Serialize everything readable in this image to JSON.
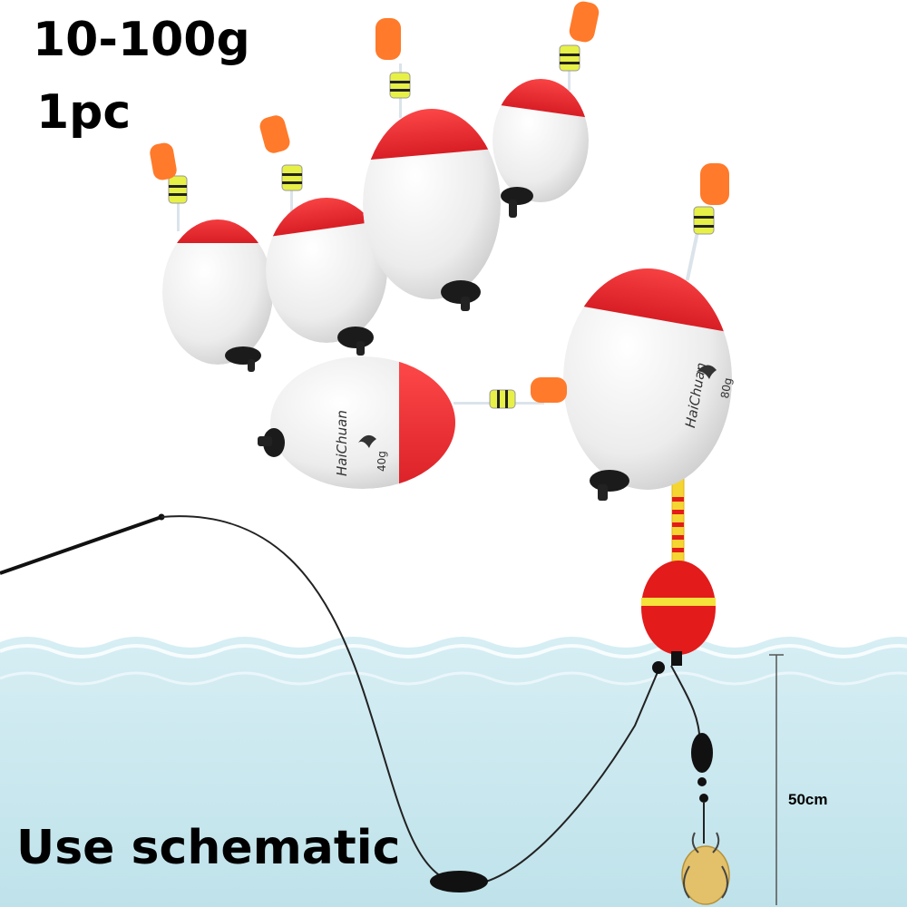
{
  "product": {
    "weight_range": "10-100g",
    "quantity": "1pc",
    "brand": "HaiChuan",
    "float_labels": [
      "40g",
      "80g"
    ]
  },
  "diagram": {
    "caption": "Use schematic",
    "depth_label": "50cm"
  },
  "colors": {
    "float_body": "#efefef",
    "float_cap": "#e8333a",
    "tip_orange": "#ff7a2a",
    "tip_yellow": "#e7f046",
    "water": "#cbe7ef",
    "schematic_float": "#e31b1b",
    "schematic_band": "#f5e23a"
  }
}
